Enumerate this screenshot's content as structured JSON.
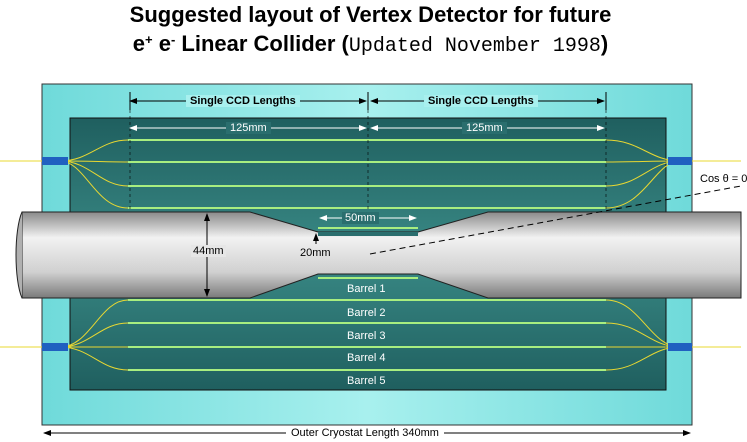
{
  "title": {
    "line1": "Suggested layout of Vertex Detector for future",
    "line2_prefix": "e",
    "line2_sup1": "+",
    "line2_mid": " e",
    "line2_sup2": "-",
    "line2_bold": " Linear Collider (",
    "line2_mono": "Updated November 1998",
    "line2_end": ")"
  },
  "labels": {
    "ccd_left": "Single CCD Lengths",
    "ccd_right": "Single CCD Lengths",
    "len_left": "125mm",
    "len_right": "125mm",
    "cos": "Cos θ = 0",
    "fifty": "50mm",
    "fortyfour": "44mm",
    "twenty": "20mm",
    "outer": "Outer Cryostat Length 340mm"
  },
  "barrels": [
    "Barrel 1",
    "Barrel 2",
    "Barrel 3",
    "Barrel 4",
    "Barrel 5"
  ],
  "colors": {
    "cryostat": "#7fe6e6",
    "detector": "#2a6e6e",
    "ladder": "#9fe07a",
    "wire": "#f0e030",
    "beampipe": "#c8c8c8"
  }
}
